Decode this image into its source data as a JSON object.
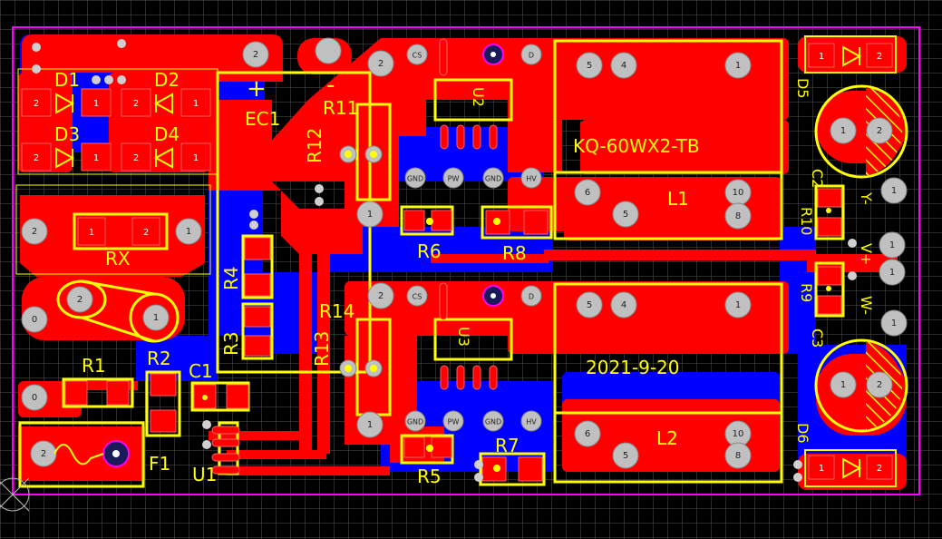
{
  "board": {
    "outline_color": "#ff00ff",
    "top_copper": "#ff0000",
    "bottom_copper": "#0000ff",
    "silkscreen": "#ffff00",
    "grid_color": "#555555",
    "background": "#000000"
  },
  "labels": {
    "part_number": "KQ-60WX2-TB",
    "date": "2021-9-20",
    "d1": "D1",
    "d2": "D2",
    "d3": "D3",
    "d4": "D4",
    "d5": "D5",
    "d6": "D6",
    "ec1": "EC1",
    "ec1_plus": "+",
    "ec1_minus": "-",
    "rx": "RX",
    "r1": "R1",
    "r2": "R2",
    "r3": "R3",
    "r4": "R4",
    "r5": "R5",
    "r6": "R6",
    "r7": "R7",
    "r8": "R8",
    "r9": "R9",
    "r10": "R10",
    "r11": "R11",
    "r12": "R12",
    "r13": "R13",
    "r14": "R14",
    "c1": "C1",
    "c2": "C2",
    "c3": "C3",
    "u1": "U1",
    "u2": "U2",
    "u3": "U3",
    "f1": "F1",
    "l1": "L1",
    "l2": "L2",
    "y_minus": "Y-",
    "v_plus": "V+",
    "w_minus": "W-"
  },
  "pin_labels": {
    "cs": "CS",
    "d": "D",
    "gnd": "GND",
    "pw": "PW",
    "hv": "HV",
    "p0": "0",
    "p1": "1",
    "p2": "2",
    "p4": "4",
    "p5": "5",
    "p6": "6",
    "p8": "8",
    "p10": "10"
  }
}
